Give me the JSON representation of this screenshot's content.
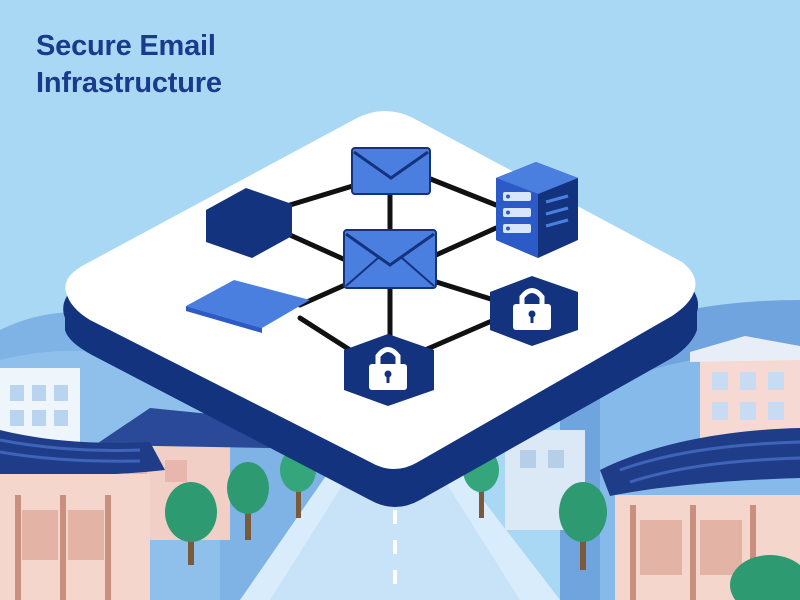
{
  "title": {
    "line1": "Secure Email",
    "line2": "Infrastructure"
  },
  "colors": {
    "sky": "#a9d8f5",
    "navy": "#13337f",
    "accent_blue": "#4a7fe0",
    "platform_white": "#ffffff",
    "tree_green": "#2d9a72",
    "roof_navy": "#1f3c88",
    "wall_pink": "#f2cfc6"
  },
  "network": {
    "nodes": [
      "envelope-top-node",
      "envelope-center-node",
      "server-node",
      "hexagon-node-left",
      "panel-node-left",
      "lock-node-right",
      "lock-node-bottom"
    ]
  }
}
